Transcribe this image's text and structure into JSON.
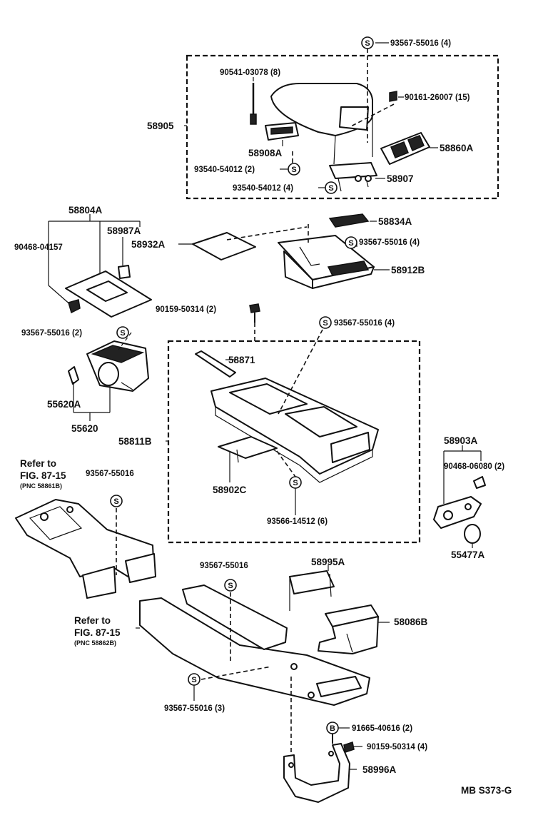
{
  "labels": {
    "p93567_55016_4a": "93567-55016 (4)",
    "p90541_03078": "90541-03078 (8)",
    "p90161_26007": "90161-26007 (15)",
    "p58905": "58905",
    "p58908A": "58908A",
    "p58860A": "58860A",
    "p93540_54012_2": "93540-54012 (2)",
    "p58907": "58907",
    "p93540_54012_4": "93540-54012 (4)",
    "p58804A": "58804A",
    "p58987A": "58987A",
    "p90468_04157": "90468-04157",
    "p58932A": "58932A",
    "p58834A": "58834A",
    "p93567_55016_4b": "93567-55016 (4)",
    "p58912B": "58912B",
    "p90159_50314_2": "90159-50314 (2)",
    "p93567_55016_4c": "93567-55016 (4)",
    "p93567_55016_2": "93567-55016 (2)",
    "p58871": "58871",
    "p55620A": "55620A",
    "p55620": "55620",
    "p58811B": "58811B",
    "p58903A": "58903A",
    "p90468_06080": "90468-06080 (2)",
    "p58902C": "58902C",
    "p93566_14512": "93566-14512 (6)",
    "p55477A": "55477A",
    "refer_to_1": "Refer to",
    "fig_1": "FIG. 87-15",
    "pnc_1": "(PNC 58861B)",
    "p93567_55016_a": "93567-55016",
    "p93567_55016_b": "93567-55016",
    "p58995A": "58995A",
    "p58086B": "58086B",
    "refer_to_2": "Refer to",
    "fig_2": "FIG. 87-15",
    "pnc_2": "(PNC 58862B)",
    "p93567_55016_3": "93567-55016 (3)",
    "p91665_40616": "91665-40616 (2)",
    "p90159_50314_4": "90159-50314 (4)",
    "p58996A": "58996A",
    "footer_code": "MB S373-G"
  },
  "symbols": {
    "s": "S",
    "b": "B"
  }
}
